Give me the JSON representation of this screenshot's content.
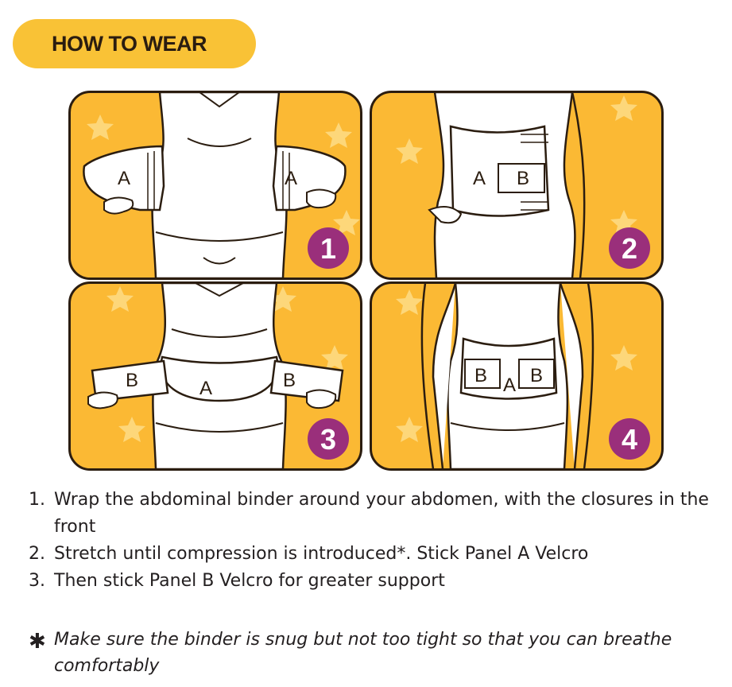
{
  "header": {
    "title": "HOW TO WEAR"
  },
  "panels": [
    {
      "number": "1",
      "labels": [
        "A",
        "A"
      ]
    },
    {
      "number": "2",
      "labels": [
        "A",
        "B"
      ]
    },
    {
      "number": "3",
      "labels": [
        "B",
        "A",
        "B"
      ]
    },
    {
      "number": "4",
      "labels": [
        "B",
        "A",
        "B"
      ]
    }
  ],
  "steps": [
    {
      "num": "1.",
      "text": "Wrap the abdominal binder around your abdomen, with the closures in the front"
    },
    {
      "num": "2.",
      "text": "Stretch until compression is introduced*. Stick Panel A Velcro"
    },
    {
      "num": "3.",
      "text": "Then stick Panel B Velcro for greater support"
    }
  ],
  "note": {
    "symbol": "✱",
    "text": "Make sure the binder is snug but not too tight so that you can breathe comfortably"
  },
  "colors": {
    "accent": "#f9c236",
    "panel_bg": "#fbb934",
    "badge": "#9a2f7b",
    "outline": "#2b1d10",
    "star": "#fdd77a"
  }
}
